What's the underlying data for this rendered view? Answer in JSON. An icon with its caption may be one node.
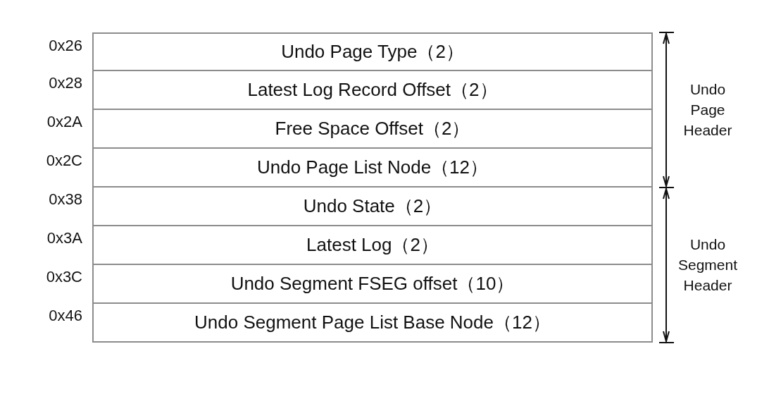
{
  "diagram": {
    "nodes": [
      {
        "text": [
          "Undo Page Type（2）"
        ],
        "beside": [
          "0x26"
        ]
      },
      {
        "text": [
          "Latest Log Record Offset（2）"
        ],
        "beside": [
          "0x28"
        ]
      },
      {
        "text": [
          "Free Space Offset（2）"
        ],
        "beside": [
          "0x2A"
        ]
      },
      {
        "text": [
          "Undo Page List Node（12）"
        ],
        "beside": [
          "0x2C"
        ]
      },
      {
        "text": [
          "Undo State（2）"
        ],
        "beside": [
          "0x38"
        ]
      },
      {
        "text": [
          "Latest Log（2）"
        ],
        "beside": [
          "0x3A"
        ]
      },
      {
        "text": [
          "Undo Segment FSEG offset（10）"
        ],
        "beside": [
          "0x3C"
        ]
      },
      {
        "text": [
          "Undo Segment Page List Base Node（12）"
        ],
        "beside": [
          "0x46"
        ]
      }
    ],
    "labels": [
      "Undo Page Header",
      "Undo Segment Header"
    ]
  }
}
